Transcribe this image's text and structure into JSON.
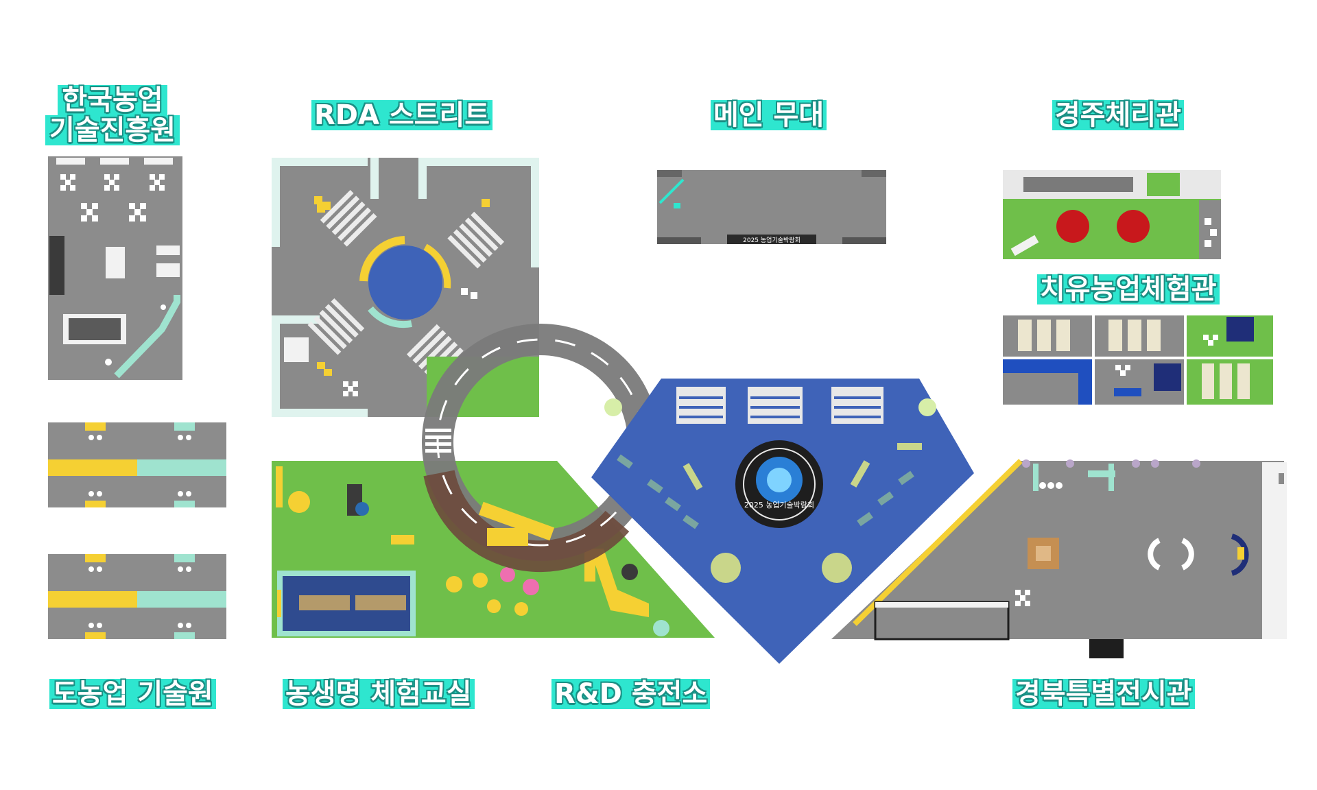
{
  "labels": {
    "rda_korea": [
      "한국농업",
      "기술진흥원"
    ],
    "rda_street": "RDA 스트리트",
    "main_stage": "메인 무대",
    "gyeongju_cherry": "경주체리관",
    "healing_farm": "치유농업체험관",
    "provincial_tech": "도농업 기술원",
    "life_classroom": "농생명 체험교실",
    "rnd_charge": "R&D 충전소",
    "gyeongbuk_special": "경북특별전시관"
  },
  "signage": {
    "stage_banner": "2025 농업기술박람회",
    "center_logo": "2025 농업기술박람회"
  },
  "colors": {
    "label_bg": "#2ee6cf",
    "floor_gray": "#8a8a8a",
    "grass": "#6fbf4a",
    "blue_zone": "#3f63b8",
    "road": "#7c7c7c",
    "accent_yellow": "#f5d033",
    "accent_mint": "#9fe3cf"
  }
}
